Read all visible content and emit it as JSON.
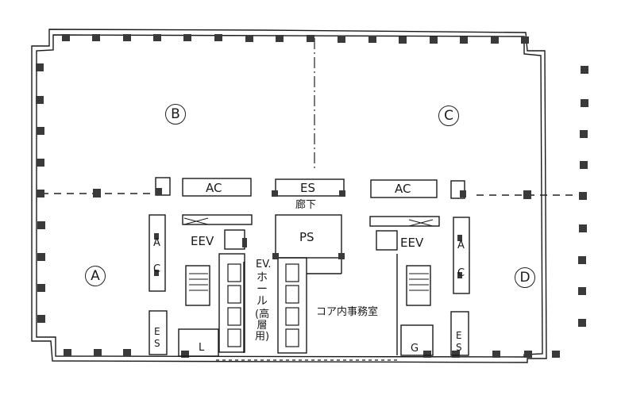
{
  "diagram": {
    "type": "office floor plan",
    "zones": [
      {
        "id": "A",
        "label": "Ⓐ"
      },
      {
        "id": "B",
        "label": "Ⓑ"
      },
      {
        "id": "C",
        "label": "Ⓒ"
      },
      {
        "id": "D",
        "label": "Ⓓ"
      }
    ],
    "labels": {
      "zone_a": "A",
      "zone_b": "B",
      "zone_c": "C",
      "zone_d": "D",
      "ac_top_left": "AC",
      "ac_top_right": "AC",
      "es_top": "ES",
      "corridor": "廊下",
      "ps": "PS",
      "eev_left": "EEV",
      "eev_right": "EEV",
      "ac_side_left_1": "A",
      "ac_side_left_2": "C",
      "ac_side_right_1": "A",
      "ac_side_right_2": "C",
      "ev_hall": "EV.",
      "ev_hall_2": "ホール",
      "ev_hall_3": "(高層用)",
      "core_office": "コア内事務室",
      "es_left_1": "E",
      "es_left_2": "S",
      "es_right_1": "E",
      "es_right_2": "S",
      "restroom_l": "L",
      "restroom_g": "G"
    },
    "colors": {
      "line": "#1a1a1a",
      "column": "#3a3a3a",
      "background": "#ffffff"
    }
  }
}
